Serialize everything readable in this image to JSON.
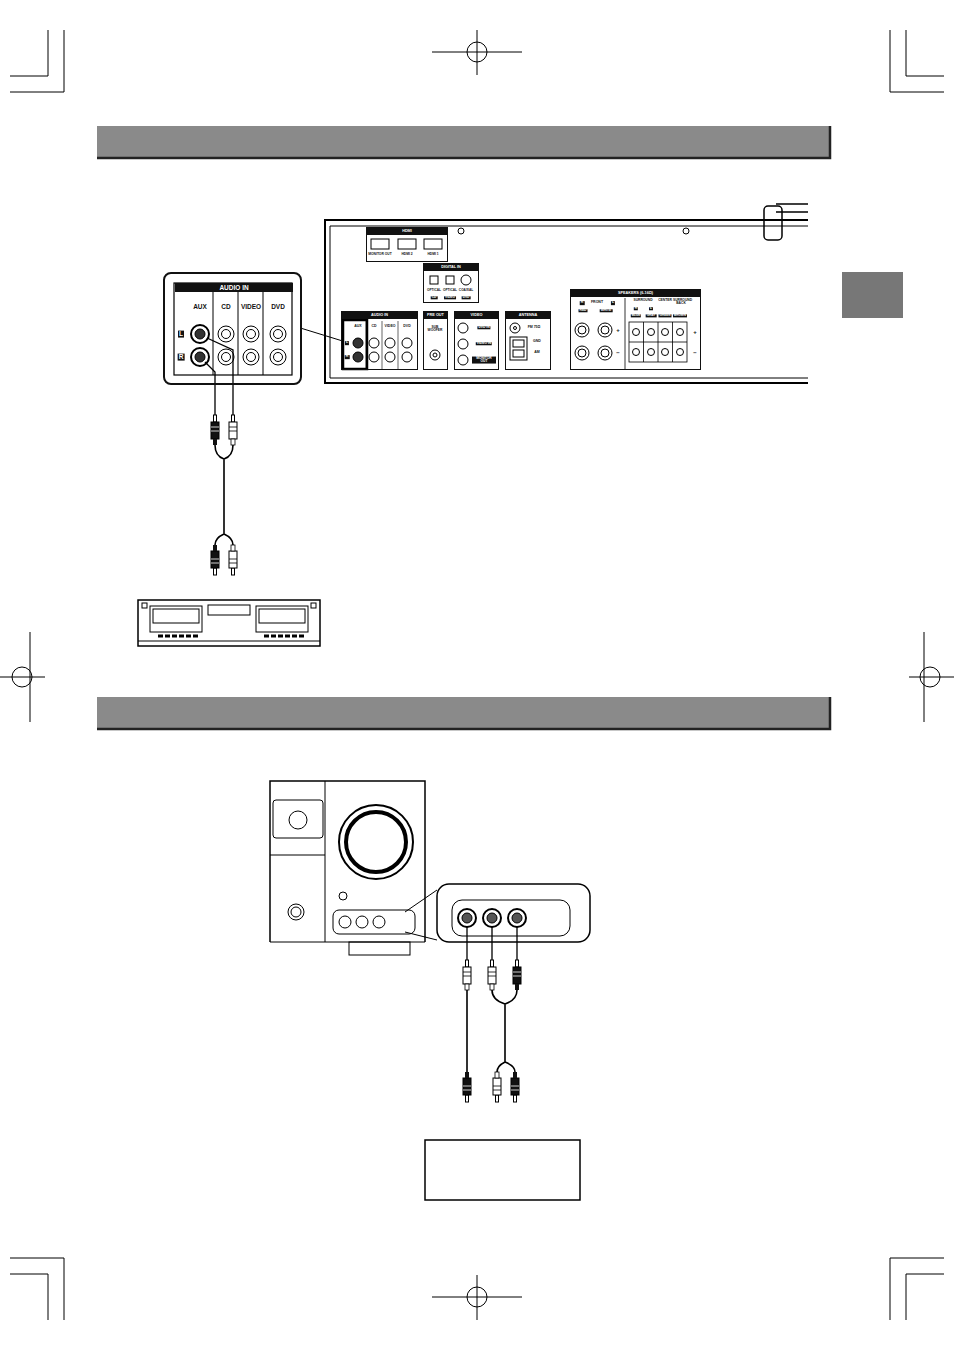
{
  "diagram": {
    "nodes": [
      {
        "text": [
          "AUDIO IN"
        ]
      },
      {
        "text": [
          "HDMI"
        ]
      },
      {
        "text": [
          "DIGITAL IN"
        ]
      },
      {
        "text": [
          "AUDIO IN"
        ]
      },
      {
        "text": [
          "PRE OUT"
        ]
      },
      {
        "text": [
          "VIDEO"
        ]
      },
      {
        "text": [
          "ANTENNA"
        ]
      },
      {
        "text": [
          "SPEAKERS (6-16Ω)"
        ]
      }
    ],
    "edges": [
      {
        "from": 0,
        "to": 3,
        "arrow": "none"
      }
    ],
    "labels": [
      "AUX",
      "CD",
      "VIDEO",
      "DVD",
      "L",
      "R",
      "MONITOR OUT",
      "HDMI 2",
      "HDMI 1",
      "OPTICAL",
      "CD",
      "OPTICAL",
      "VIDEO",
      "COAXIAL",
      "DVD",
      "AUX",
      "CD",
      "VIDEO",
      "DVD",
      "L",
      "R",
      "SUB WOOFER",
      "DVD IN",
      "VIDEO IN",
      "MONITOR OUT",
      "FM 75Ω",
      "GND",
      "AM",
      "R",
      "FRONT",
      "L",
      "RED",
      "WHITE",
      "SURROUND",
      "CENTER",
      "SURROUND BACK",
      "R",
      "L",
      "BLUE",
      "GRAY",
      "GREEN",
      "BROWN",
      "+",
      "−",
      "+",
      "−"
    ]
  }
}
